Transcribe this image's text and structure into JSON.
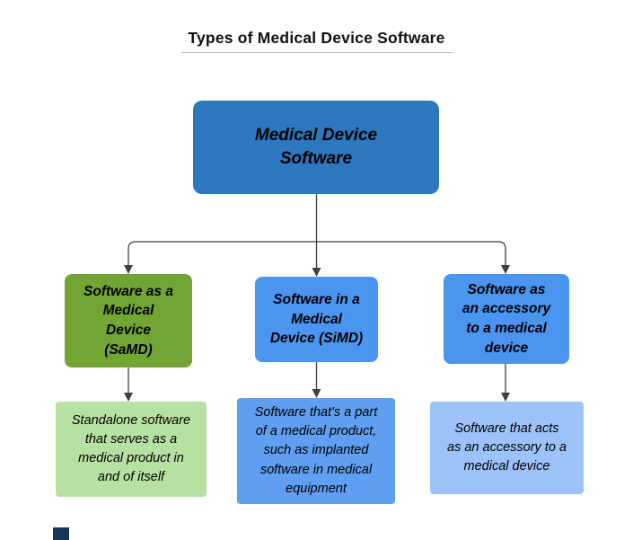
{
  "page": {
    "title": "Types of Medical Device Software"
  },
  "tree": {
    "root": {
      "label": "Medical Device\nSoftware",
      "color": "#2D77BF"
    },
    "branches": [
      {
        "label": "Software as a\nMedical\nDevice\n(SaMD)",
        "color": "#72A533",
        "description": "Standalone software\nthat serves as a\nmedical product in\nand of itself",
        "description_color": "#B7E1A2"
      },
      {
        "label": "Software in a\nMedical\nDevice (SiMD)",
        "color": "#4B94EF",
        "description": "Software that's a part\nof a medical product,\nsuch as implanted\nsoftware in medical\nequipment",
        "description_color": "#5F9EF0"
      },
      {
        "label": "Software as\nan accessory\nto a medical\ndevice",
        "color": "#4B94EF",
        "description": "Software that acts\nas an accessory to a\nmedical device",
        "description_color": "#9CC2F8"
      }
    ]
  },
  "connectors": {
    "color": "#404040"
  },
  "decor": {
    "corner_mark_color": "#16365C"
  }
}
